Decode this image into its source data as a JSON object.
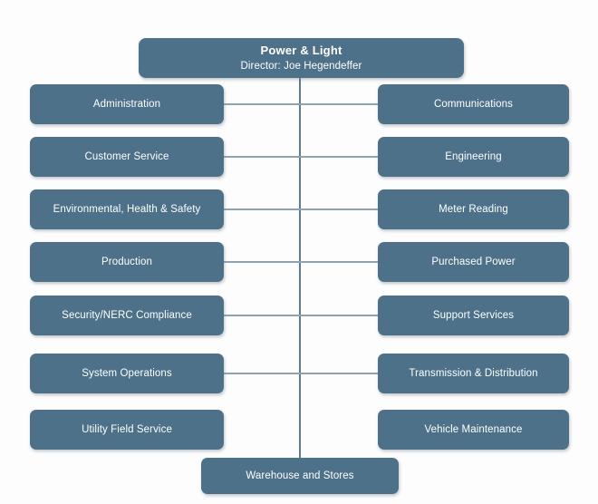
{
  "diagram": {
    "type": "organizational-chart",
    "background_color": "#fdfdfd",
    "node_color": "#4d7189",
    "node_text_color": "#ffffff",
    "connector_color": "#8ba3b5",
    "stem_color": "#5d7b91",
    "root": {
      "title": "Power & Light",
      "subtitle": "Director: Joe Hegendeffer"
    },
    "rows": [
      {
        "left": "Administration",
        "right": "Communications",
        "connector": true
      },
      {
        "left": "Customer Service",
        "right": "Engineering",
        "connector": true
      },
      {
        "left": "Environmental, Health & Safety",
        "right": "Meter Reading",
        "connector": true
      },
      {
        "left": "Production",
        "right": "Purchased Power",
        "connector": true
      },
      {
        "left": "Security/NERC Compliance",
        "right": "Support Services",
        "connector": true
      },
      {
        "left": "System Operations",
        "right": "Transmission & Distribution",
        "connector": true
      },
      {
        "left": "Utility Field Service",
        "right": "Vehicle Maintenance",
        "connector": false
      }
    ],
    "bottom": {
      "label": "Warehouse and Stores"
    }
  }
}
